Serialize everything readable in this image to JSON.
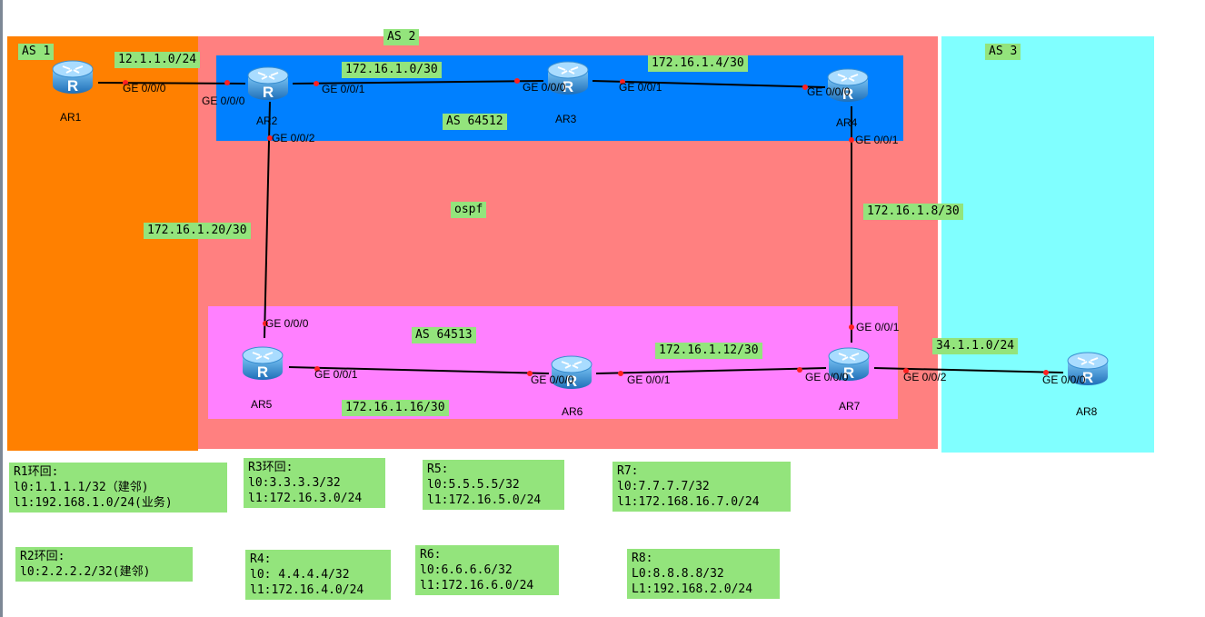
{
  "colors": {
    "as1": "#ff8000",
    "as2": "#ff8080",
    "as3": "#80ffff",
    "as64512": "#0080ff",
    "as64513": "#ff80ff",
    "label_bg": "#93e47c",
    "wire": "#000000",
    "port_dot": "#ff0000",
    "router": "#2a8fd8"
  },
  "regions": {
    "as1": "AS 1",
    "as2": "AS 2",
    "as3": "AS 3",
    "as64512": "AS 64512",
    "as64513": "AS 64513",
    "ospf": "ospf"
  },
  "routers": {
    "ar1": "AR1",
    "ar2": "AR2",
    "ar3": "AR3",
    "ar4": "AR4",
    "ar5": "AR5",
    "ar6": "AR6",
    "ar7": "AR7",
    "ar8": "AR8"
  },
  "router_icon": "router-icon",
  "subnets": {
    "ar1_ar2": "12.1.1.0/24",
    "ar2_ar3": "172.16.1.0/30",
    "ar3_ar4": "172.16.1.4/30",
    "ar4_ar7": "172.16.1.8/30",
    "ar2_ar5": "172.16.1.20/30",
    "ar6_ar7": "172.16.1.12/30",
    "ar5_ar6": "172.16.1.16/30",
    "ar7_ar8": "34.1.1.0/24"
  },
  "ports": {
    "ar1_g000": "GE 0/0/0",
    "ar2_g000": "GE 0/0/0",
    "ar2_g001": "GE 0/0/1",
    "ar2_g002": "GE 0/0/2",
    "ar3_g000": "GE 0/0/0",
    "ar3_g001": "GE 0/0/1",
    "ar4_g000": "GE 0/0/0",
    "ar4_g001": "GE 0/0/1",
    "ar5_g000": "GE 0/0/0",
    "ar5_g001": "GE 0/0/1",
    "ar6_g000": "GE 0/0/0",
    "ar6_g001": "GE 0/0/1",
    "ar7_g001": "GE 0/0/1",
    "ar7_g000": "GE 0/0/0",
    "ar7_g002": "GE 0/0/2",
    "ar8_g000": "GE 0/0/0"
  },
  "notes": {
    "r1": [
      "R1环回:",
      "l0:1.1.1.1/32（建邻)",
      "l1:192.168.1.0/24(业务)"
    ],
    "r2": [
      "R2环回:",
      "l0:2.2.2.2/32(建邻)"
    ],
    "r3": [
      "R3环回:",
      "l0:3.3.3.3/32",
      "l1:172.16.3.0/24"
    ],
    "r4": [
      "R4:",
      "l0: 4.4.4.4/32",
      "l1:172.16.4.0/24"
    ],
    "r5": [
      "R5:",
      "l0:5.5.5.5/32",
      "l1:172.16.5.0/24"
    ],
    "r6": [
      "R6:",
      "l0:6.6.6.6/32",
      "l1:172.16.6.0/24"
    ],
    "r7": [
      "R7:",
      "l0:7.7.7.7/32",
      "l1:172.168.16.7.0/24"
    ],
    "r8": [
      "R8:",
      "L0:8.8.8.8/32",
      "L1:192.168.2.0/24"
    ]
  }
}
